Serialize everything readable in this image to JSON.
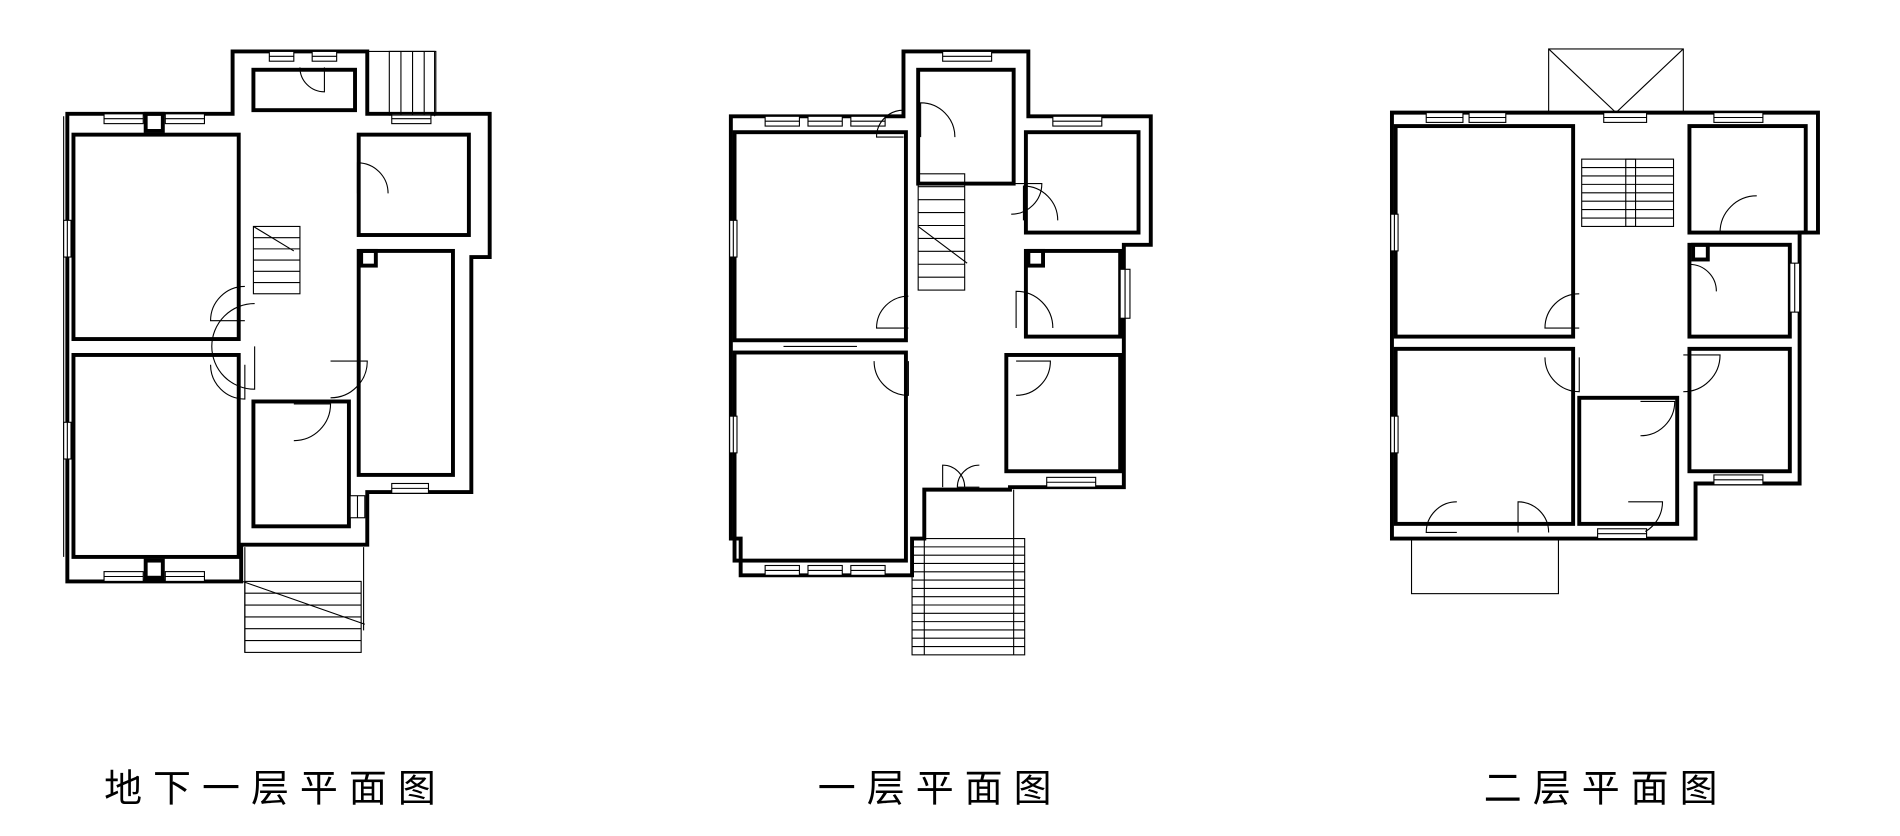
{
  "plans": [
    {
      "title": "地下一层平面图"
    },
    {
      "title": "一层平面图"
    },
    {
      "title": "二层平面图"
    }
  ],
  "colors": {
    "line": "#000000",
    "background": "#ffffff"
  }
}
